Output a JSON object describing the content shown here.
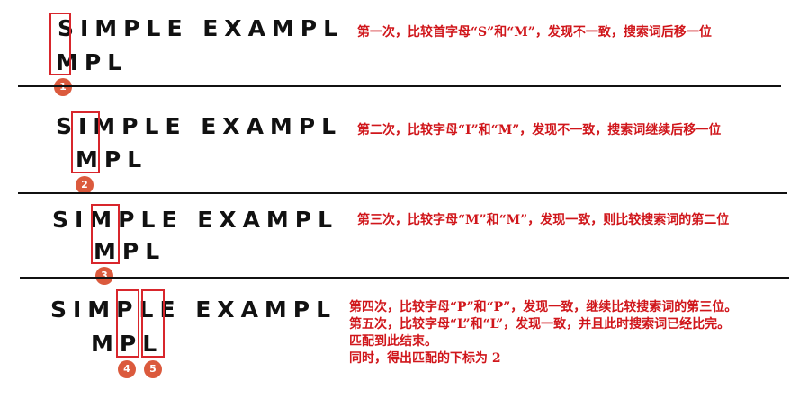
{
  "steps": [
    {
      "text": "SIMPLE EXAMPL",
      "search": "MPL",
      "note": "第一次，比较首字母“S”和“M”，发现不一致，搜索词后移一位",
      "badges": [
        "1"
      ]
    },
    {
      "text": "SIMPLE EXAMPL",
      "search": "MPL",
      "note": "第二次，比较字母“I”和“M”，发现不一致，搜索词继续后移一位",
      "badges": [
        "2"
      ]
    },
    {
      "text": "SIMPLE EXAMPL",
      "search": "MPL",
      "note": "第三次，比较字母“M”和“M”，发现一致，则比较搜索词的第二位",
      "badges": [
        "3"
      ]
    },
    {
      "text": "SIMPLE EXAMPL",
      "search": "MPL",
      "notes": [
        "第四次，比较字母“P”和“P”，发现一致，继续比较搜索词的第三位。",
        "第五次，比较字母“L”和“L”，发现一致，并且此时搜索词已经比完。",
        "匹配到此结束。",
        "同时，得出匹配的下标为 2"
      ],
      "badges": [
        "4",
        "5"
      ]
    }
  ],
  "colors": {
    "highlight": "#d8262c",
    "badge": "#db5a3d",
    "note": "#d0161b"
  }
}
